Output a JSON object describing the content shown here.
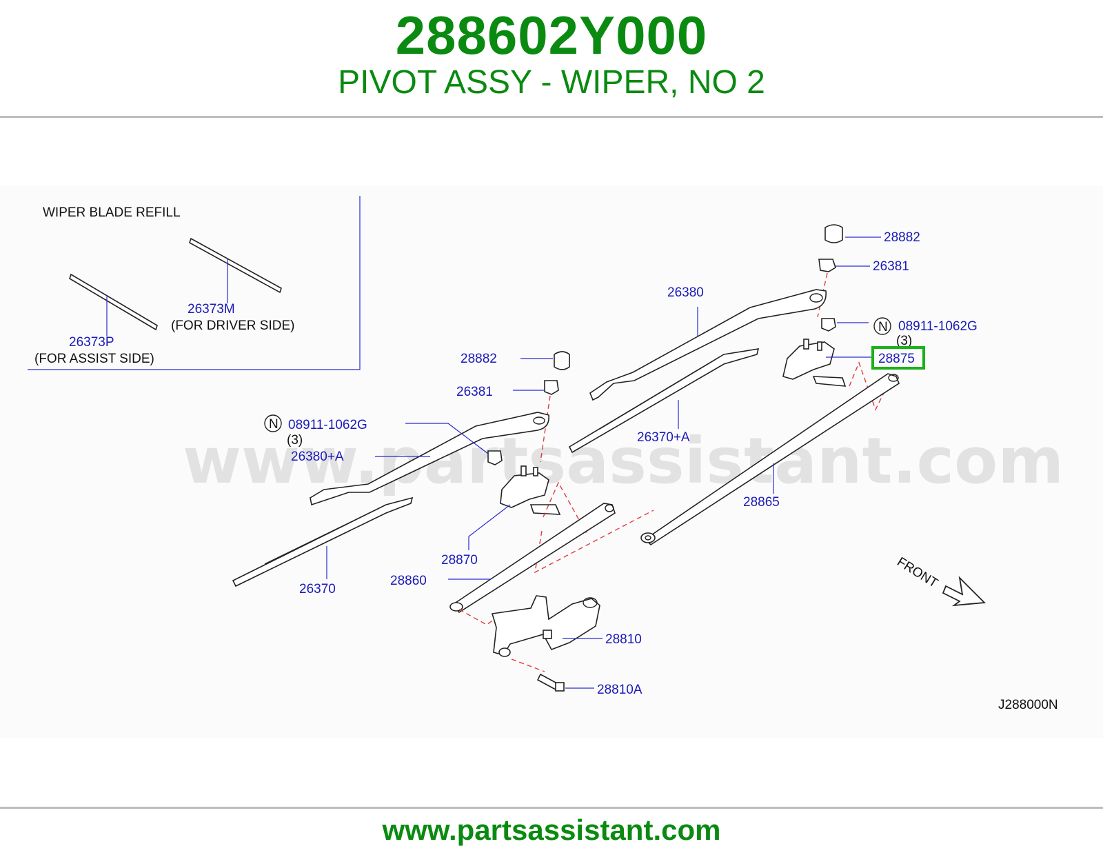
{
  "header": {
    "part_number": "288602Y000",
    "part_name": "PIVOT ASSY - WIPER, NO 2"
  },
  "diagram": {
    "inset_title": "WIPER  BLADE  REFILL",
    "watermark": "www.partsassistant.com",
    "front_label": "FRONT",
    "drawing_code": "J288000N",
    "labels": {
      "l28882a": "28882",
      "l26381a": "26381",
      "l26380": "26380",
      "l08911a": "08911-1062G",
      "l08911a_qty": "(3)",
      "l28875": "28875",
      "l28882b": "28882",
      "l26381b": "26381",
      "l08911b": "08911-1062G",
      "l08911b_qty": "(3)",
      "l26380A": "26380+A",
      "l26370A": "26370+A",
      "l28865": "28865",
      "l28870": "28870",
      "l28860": "28860",
      "l26370": "26370",
      "l28810": "28810",
      "l28810A": "28810A",
      "l26373M": "26373M",
      "l26373M_note": "(FOR  DRIVER  SIDE)",
      "l26373P": "26373P",
      "l26373P_note": "(FOR  ASSIST  SIDE)",
      "n_symbol": "N"
    },
    "highlight_color": "#19b219"
  },
  "footer": {
    "url": "www.partsassistant.com"
  }
}
